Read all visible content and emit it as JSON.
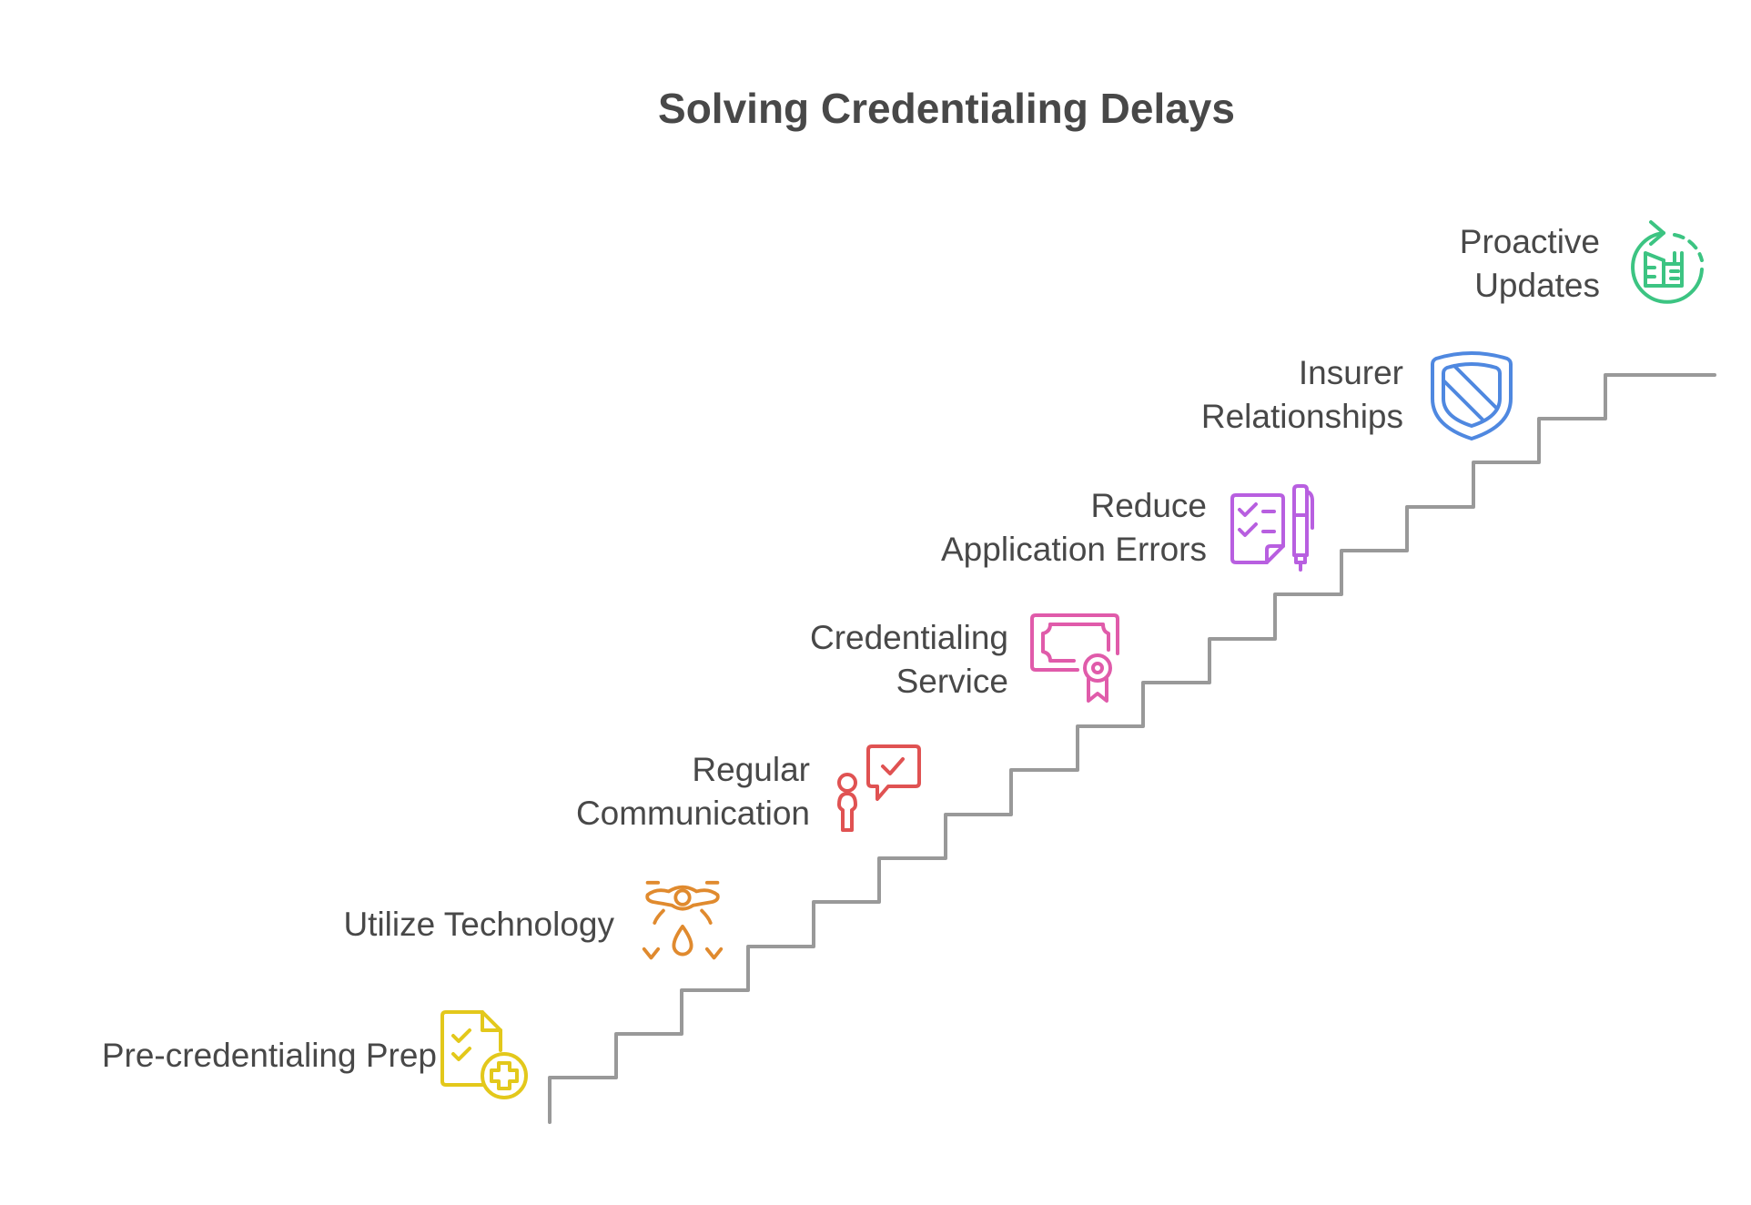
{
  "title": "Solving Credentialing Delays",
  "steps": [
    {
      "label_line1": "Pre-credentialing Prep",
      "label_line2": "",
      "icon": "checklist-plus-icon",
      "color": "#E3C81B"
    },
    {
      "label_line1": "Utilize Technology",
      "label_line2": "",
      "icon": "drone-sprayer-icon",
      "color": "#E08A2E"
    },
    {
      "label_line1": "Regular",
      "label_line2": "Communication",
      "icon": "person-chat-check-icon",
      "color": "#E05252"
    },
    {
      "label_line1": "Credentialing",
      "label_line2": "Service",
      "icon": "certificate-icon",
      "color": "#E05BAA"
    },
    {
      "label_line1": "Reduce",
      "label_line2": "Application Errors",
      "icon": "checklist-pen-icon",
      "color": "#B85FE0"
    },
    {
      "label_line1": "Insurer",
      "label_line2": "Relationships",
      "icon": "shield-icon",
      "color": "#4F88E0"
    },
    {
      "label_line1": "Proactive",
      "label_line2": "Updates",
      "icon": "refresh-factory-icon",
      "color": "#3CC482"
    }
  ],
  "staircase": {
    "color": "#999999",
    "step_count": 16
  }
}
